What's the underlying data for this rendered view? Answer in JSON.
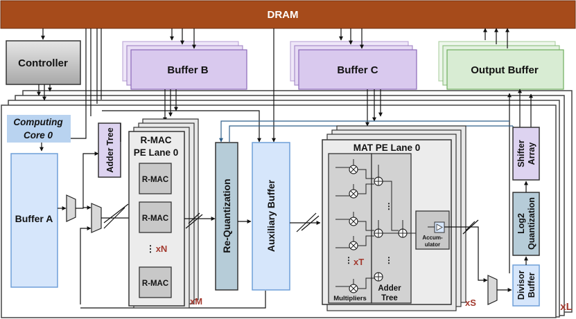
{
  "colors": {
    "dram": "#a64b1b",
    "controller_fill": "#bfbfbf",
    "buffer_purple": "#d9c9ee",
    "buffer_purple_border": "#8a68b8",
    "buffer_green": "#d8ecd3",
    "buffer_green_border": "#6fae5d",
    "buffer_blue": "#d6e6fb",
    "buffer_blue_border": "#6f9fd8",
    "quant_fill": "#b6ccd8",
    "lane_fill": "#e9e9e9",
    "mac_fill": "#c8c8c8",
    "accent_red": "#a33a2f"
  },
  "labels": {
    "dram": "DRAM",
    "controller": "Controller",
    "buffer_b": "Buffer B",
    "buffer_c": "Buffer C",
    "output_buffer": "Output Buffer",
    "computing_core_line1": "Computing",
    "computing_core_line2": "Core 0",
    "buffer_a": "Buffer A",
    "adder_tree_vertical": "Adder Tree",
    "rmac_lane_line1": "R-MAC",
    "rmac_lane_line2": "PE Lane 0",
    "rmac_unit_1": "R-MAC",
    "rmac_unit_2": "R-MAC",
    "rmac_unit_3": "R-MAC",
    "rmac_count": "xN",
    "rmac_dots": "⋮",
    "lane_repeat": "xM",
    "requantization": "Re-Quantization",
    "auxiliary_buffer": "Auxiliary Buffer",
    "mat_lane": "MAT PE Lane 0",
    "multipliers": "Multipliers",
    "adder_tree": "Adder",
    "adder_tree_2": "Tree",
    "accumulator_1": "Accum-",
    "accumulator_2": "ulator",
    "mat_count": "xT",
    "mat_repeat": "xS",
    "shifter_1": "Shifter",
    "shifter_2": "Array",
    "log2_1": "Log2",
    "log2_2": "Quantization",
    "divisor_1": "Divisor",
    "divisor_2": "Buffer",
    "core_repeat": "xL"
  }
}
